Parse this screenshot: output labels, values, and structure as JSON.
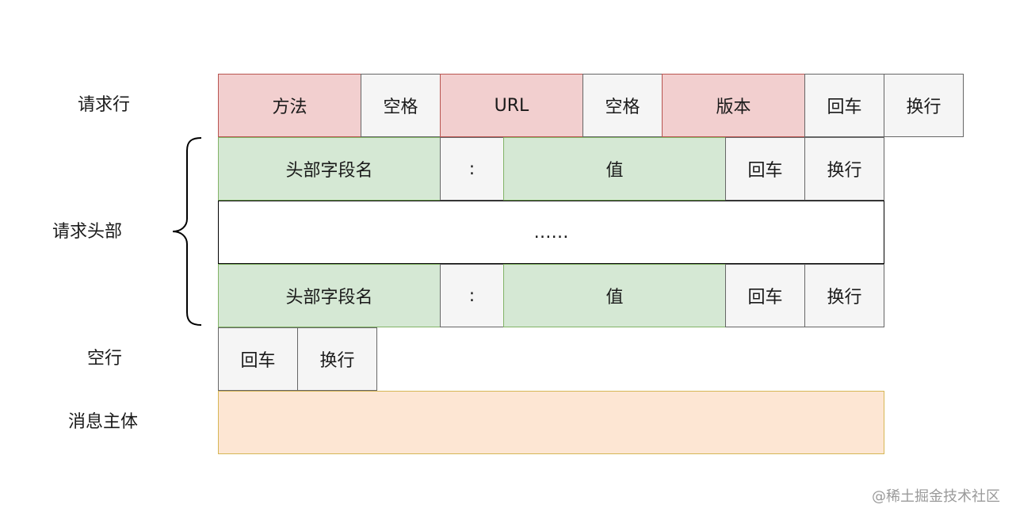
{
  "labels": {
    "request_line": "请求行",
    "request_headers": "请求头部",
    "blank_line": "空行",
    "message_body": "消息主体"
  },
  "request_line": {
    "method": "方法",
    "space1": "空格",
    "url": "URL",
    "space2": "空格",
    "version": "版本",
    "cr": "回车",
    "lf": "换行"
  },
  "header1": {
    "field_name": "头部字段名",
    "colon": ":",
    "value": "值",
    "cr": "回车",
    "lf": "换行"
  },
  "ellipsis": "……",
  "header2": {
    "field_name": "头部字段名",
    "colon": ":",
    "value": "值",
    "cr": "回车",
    "lf": "换行"
  },
  "blank": {
    "cr": "回车",
    "lf": "换行"
  },
  "body": "",
  "watermark": "@稀土掘金技术社区"
}
